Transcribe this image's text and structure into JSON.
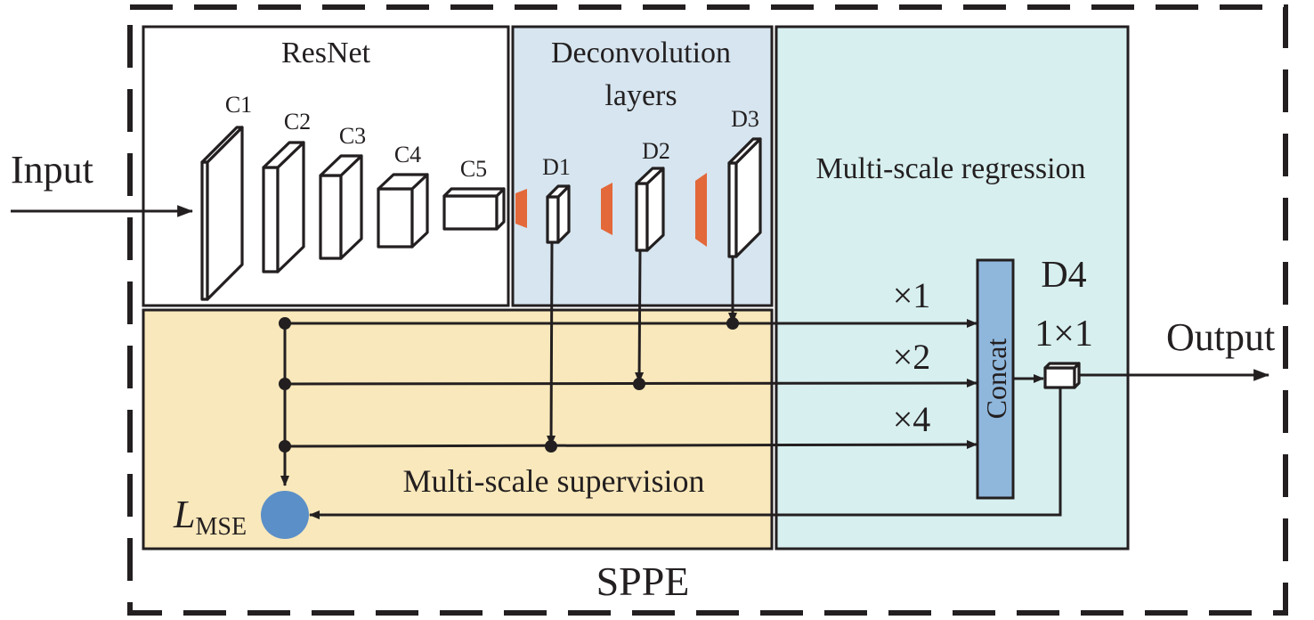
{
  "colors": {
    "resnet_bg": "#ffffff",
    "deconv_bg": "#d6e5ef",
    "regression_bg": "#d7efef",
    "supervision_bg": "#f9e8bb",
    "deconv_block": "#e3683a",
    "concat_fill": "#8fb7dc",
    "loss_node": "#5b8fc8",
    "ink": "#231f20"
  },
  "diagram": {
    "outer_label": "SPPE",
    "input_label": "Input",
    "output_label": "Output",
    "resnet": {
      "title": "ResNet",
      "layers": [
        "C1",
        "C2",
        "C3",
        "C4",
        "C5"
      ]
    },
    "deconv": {
      "title_line1": "Deconvolution",
      "title_line2": "layers",
      "layers": [
        "D1",
        "D2",
        "D3"
      ]
    },
    "regression": {
      "title": "Multi-scale regression",
      "concat_label": "Concat",
      "d4_label": "D4",
      "conv_label": "1×1",
      "scales": [
        "×1",
        "×2",
        "×4"
      ]
    },
    "supervision": {
      "title": "Multi-scale supervision",
      "loss_symbol": "L",
      "loss_subscript": "MSE"
    }
  }
}
